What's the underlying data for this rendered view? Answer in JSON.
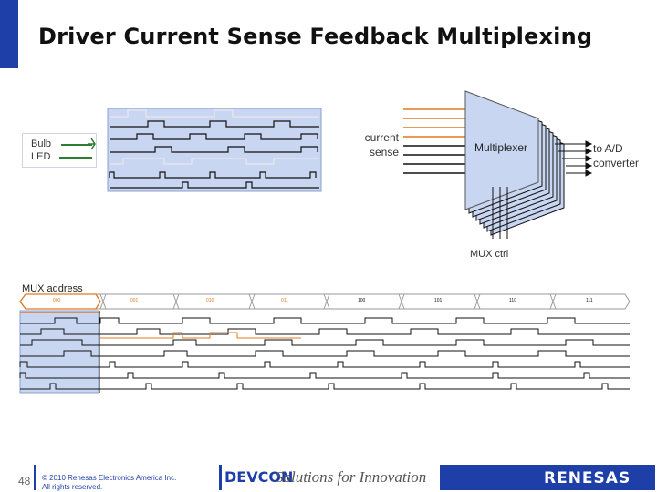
{
  "slide": {
    "title": "Driver Current Sense Feedback Multiplexing",
    "page_number": "48"
  },
  "legend": {
    "item1": "Bulb",
    "item2": "LED"
  },
  "diagram": {
    "current_sense": "current\nsense",
    "multiplexer": "Multiplexer",
    "output": "to A/D\nconverter",
    "mux_ctrl": "MUX ctrl",
    "mux_address": "MUX address",
    "address_codes": [
      "000",
      "001",
      "010",
      "011",
      "100",
      "101",
      "110",
      "111"
    ]
  },
  "footer": {
    "copyright_line1": "© 2010 Renesas Electronics America Inc.",
    "copyright_line2": "All rights reserved.",
    "event": "DEVCON",
    "tagline": "Solutions for Innovation",
    "brand": "RENESAS"
  },
  "colors": {
    "brand_blue": "#1f3fa8",
    "signal_orange": "#e07a20",
    "signal_green": "#2e7d32",
    "panel_blue": "#c9d6f2"
  }
}
